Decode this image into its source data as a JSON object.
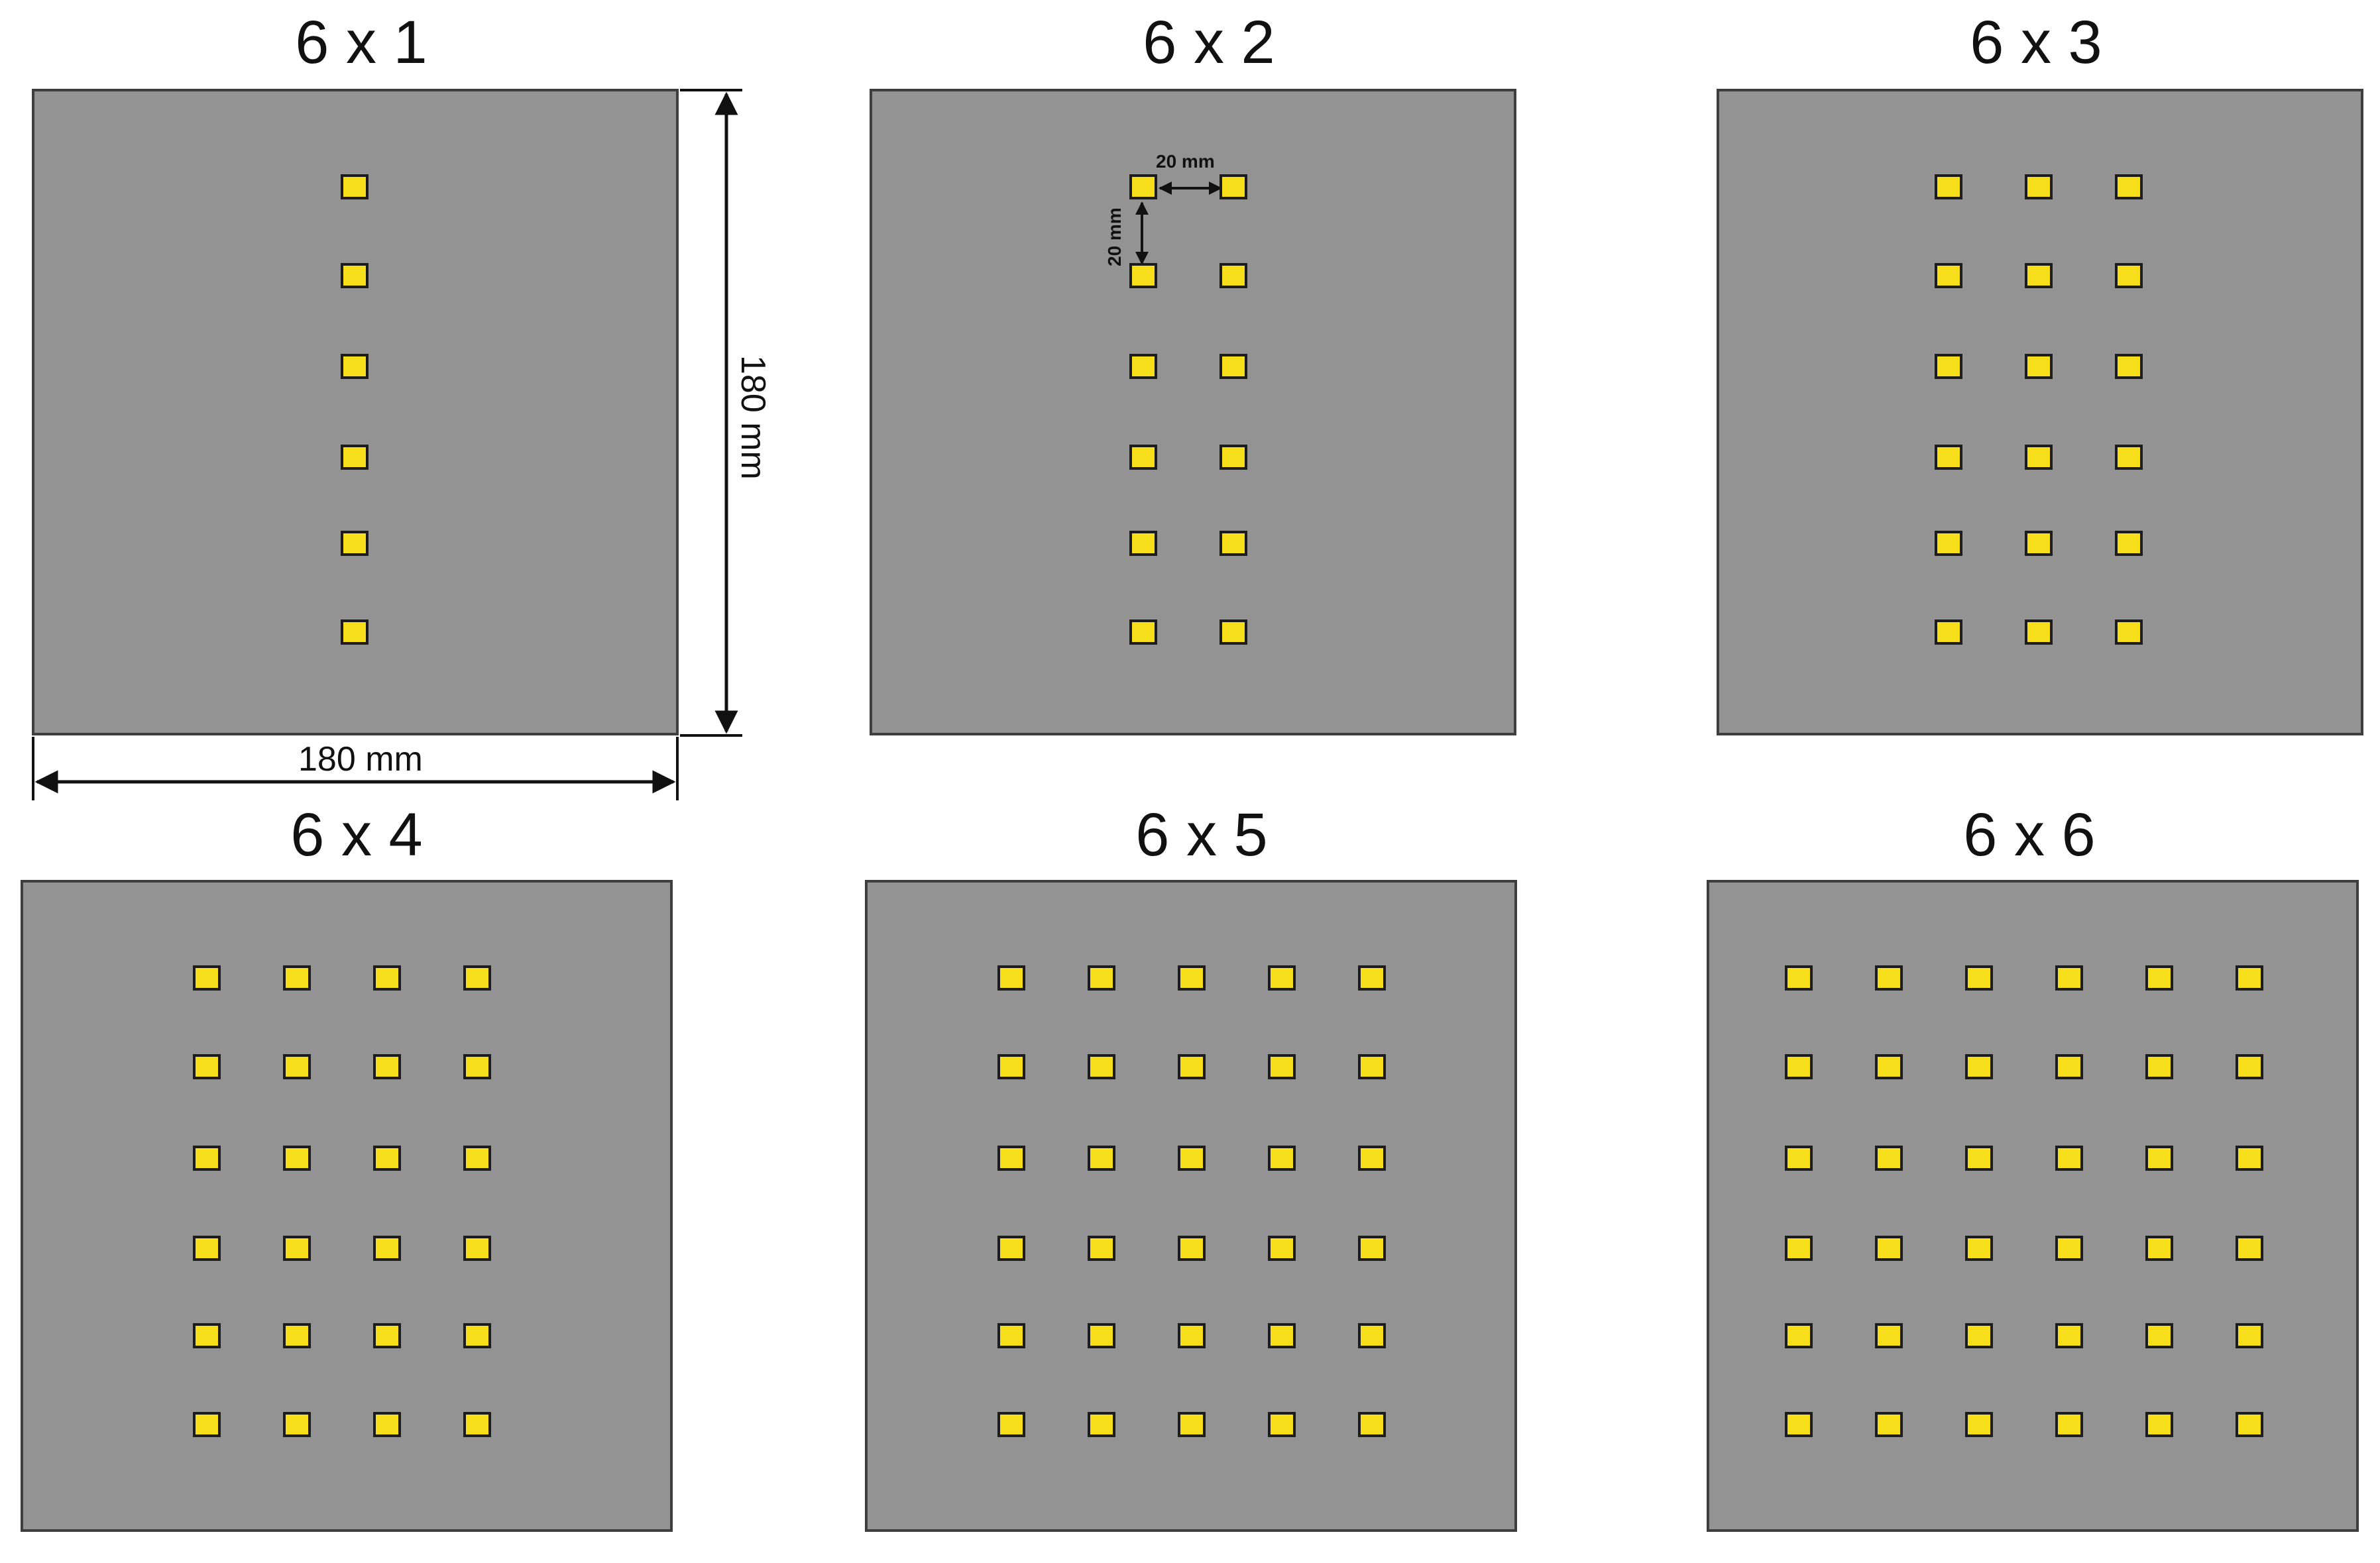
{
  "panels": [
    {
      "title": "6 x 1",
      "rows": 6,
      "cols": 1
    },
    {
      "title": "6 x 2",
      "rows": 6,
      "cols": 2
    },
    {
      "title": "6 x 3",
      "rows": 6,
      "cols": 3
    },
    {
      "title": "6 x 4",
      "rows": 6,
      "cols": 4
    },
    {
      "title": "6 x 5",
      "rows": 6,
      "cols": 5
    },
    {
      "title": "6 x 6",
      "rows": 6,
      "cols": 6
    }
  ],
  "dimensions": {
    "board_width": "180 mm",
    "board_height": "180 mm",
    "pad_spacing_x": "20 mm",
    "pad_spacing_y": "20 mm"
  },
  "colors": {
    "board": "#939393",
    "board_border": "#3e3e3e",
    "pad": "#f6df1a",
    "pad_border": "#1c1c1c"
  }
}
